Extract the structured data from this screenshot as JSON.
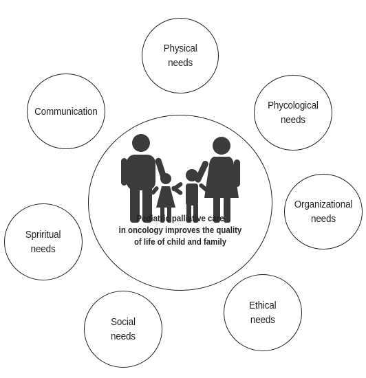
{
  "center": {
    "caption": "Pediatric palliative care\nin oncology improves the quality\nof life of child and family",
    "icon": "family-icon"
  },
  "needs": {
    "physical": "Physical\nneeds",
    "psychological": "Phycological\nneeds",
    "organizational": "Organizational\nneeds",
    "ethical": "Ethical\nneeds",
    "social": "Social\nneeds",
    "spiritual": "Spriritual\nneeds",
    "communication": "Communication"
  },
  "colors": {
    "ink": "#231f20",
    "figure": "#3b3b3b",
    "background": "#ffffff"
  }
}
